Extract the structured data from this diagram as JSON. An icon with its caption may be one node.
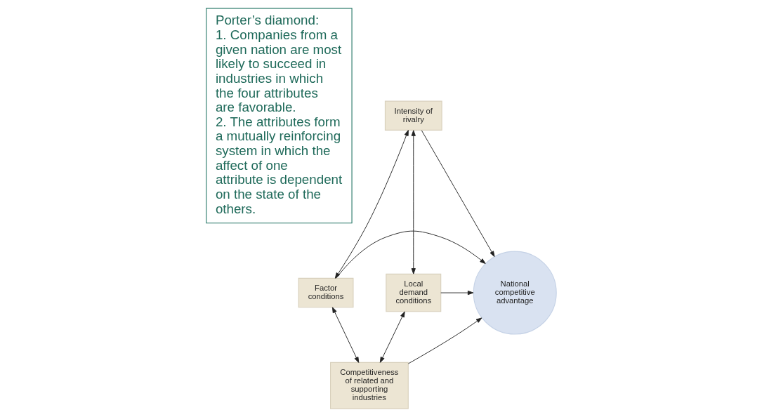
{
  "diagram": {
    "nodes": [
      {
        "text": [
          "Porter’s diamond:",
          "1. Companies from a given nation are most likely to succeed in industries in which the four attributes are favorable.",
          "2. The attributes form a mutually reinforcing system in which the affect of one attribute is dependent on the state of the others."
        ]
      },
      {
        "text": [
          "Intensity of rivalry"
        ]
      },
      {
        "text": [
          "Factor conditions"
        ]
      },
      {
        "text": [
          "National competitive advantage"
        ]
      },
      {
        "text": [
          "Local demand conditions"
        ]
      },
      {
        "text": [
          "Competitiveness of related and supporting industries"
        ]
      }
    ],
    "edges": [
      {
        "from": 1,
        "to": 3,
        "arrow": "to"
      },
      {
        "from": 2,
        "to": 3,
        "arrow": "to"
      },
      {
        "from": 4,
        "to": 3,
        "arrow": "to"
      },
      {
        "from": 5,
        "to": 3,
        "arrow": "to"
      },
      {
        "from": 1,
        "to": 2,
        "arrow": "both"
      },
      {
        "from": 1,
        "to": 4,
        "arrow": "both"
      },
      {
        "from": 2,
        "to": 5,
        "arrow": "both"
      },
      {
        "from": 4,
        "to": 5,
        "arrow": "both"
      }
    ]
  }
}
